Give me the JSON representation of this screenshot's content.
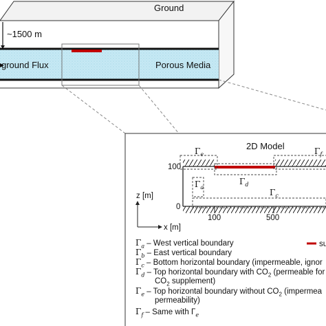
{
  "block": {
    "top_label": "Ground",
    "depth_label": "~1500 m",
    "flux_label": "ground Flux",
    "media_label": "Porous Media"
  },
  "model": {
    "title": "2D Model",
    "gamma_a": "a",
    "gamma_c": "c",
    "gamma_d": "d",
    "gamma_e": "e",
    "gamma_f": "f",
    "z_axis_label": "z [m]",
    "x_axis_label": "x [m]",
    "z_ticks": [
      "100",
      "0"
    ],
    "x_ticks": [
      "100",
      "500"
    ],
    "supplement_legend": "su"
  },
  "legend": [
    {
      "sub": "a",
      "text": " – West vertical boundary"
    },
    {
      "sub": "b",
      "text": " – East vertical boundary"
    },
    {
      "sub": "c",
      "text": " – Bottom horizontal boundary (impermeable, ignor"
    },
    {
      "sub": "d",
      "text": " – Top horizontal boundary with CO",
      "co2": "2",
      "tail": " (permeable for"
    },
    {
      "sub": "",
      "text": "",
      "indent": "CO",
      "co2": "2",
      "tail": " supplement)"
    },
    {
      "sub": "e",
      "text": " – Top horizontal boundary without CO",
      "co2": "2",
      "tail": " (impermea"
    },
    {
      "sub": "",
      "text": "",
      "indent": "permeability)"
    },
    {
      "sub": "f",
      "text": " – Same with Γ",
      "sub2": "e"
    }
  ],
  "colors": {
    "media": "#bfe6f2",
    "injection": "#c00000",
    "lines": "#222222"
  }
}
